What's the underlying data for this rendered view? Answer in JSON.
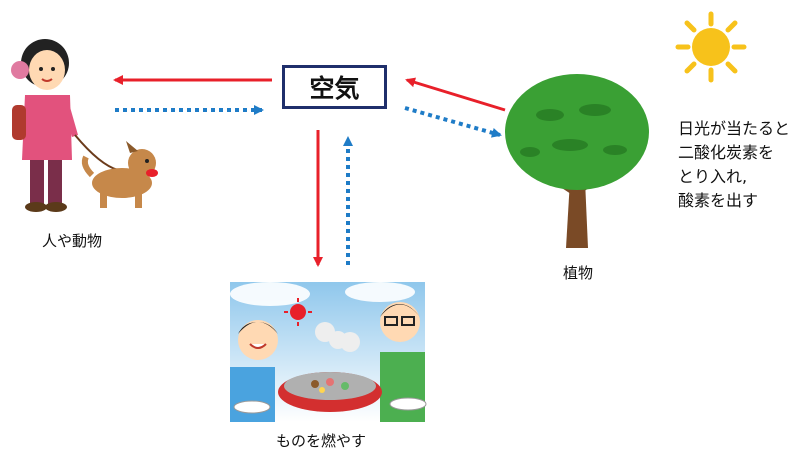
{
  "center": {
    "label": "空気"
  },
  "nodes": {
    "people": {
      "label": "人や動物"
    },
    "plants": {
      "label": "植物"
    },
    "burning": {
      "label": "ものを燃やす"
    }
  },
  "note": {
    "lines": [
      "日光が当たると",
      "二酸化炭素を",
      "とり入れ,",
      "酸素を出す"
    ]
  },
  "colors": {
    "oxygen_arrow": "#e8202a",
    "co2_arrow": "#1f7cc7",
    "box_border": "#1f2f6b",
    "sun": "#f7c21b",
    "tree_leaves": "#3aa034",
    "tree_trunk": "#7a4a26"
  },
  "legend_semantics": {
    "solid_red_arrow": "oxygen",
    "dotted_blue_arrow": "carbon-dioxide"
  }
}
